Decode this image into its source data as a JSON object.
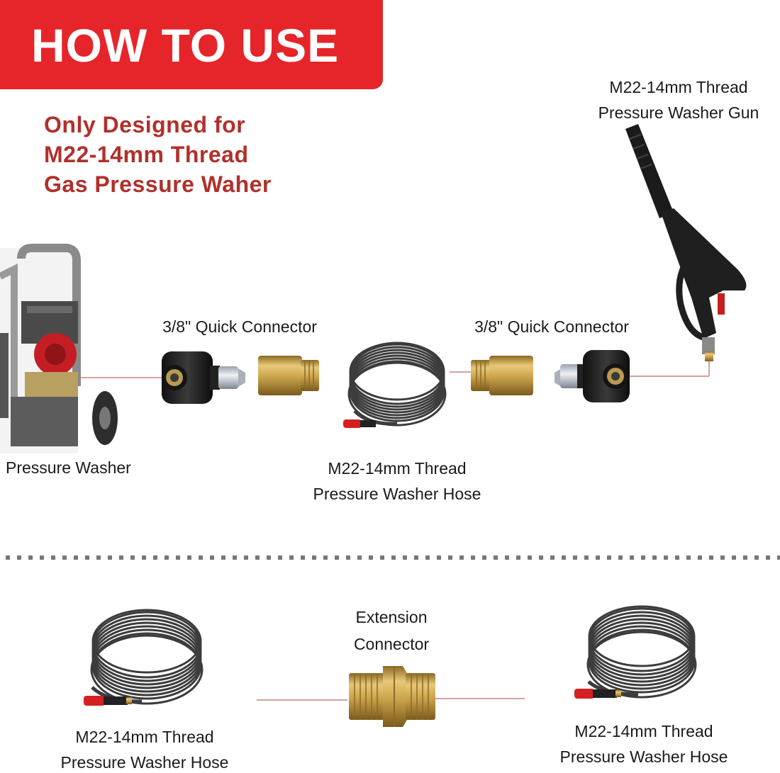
{
  "banner": {
    "title": "HOW TO USE"
  },
  "headline": {
    "line1": "Only Designed for",
    "line2": "M22-14mm Thread",
    "line3": "Gas Pressure Waher"
  },
  "top_section": {
    "gun_label_line1": "M22-14mm Thread",
    "gun_label_line2": "Pressure Washer Gun",
    "quick_connector_left": "3/8\" Quick Connector",
    "quick_connector_right": "3/8\" Quick Connector",
    "washer_label": "Pressure Washer",
    "hose_label_line1": "M22-14mm Thread",
    "hose_label_line2": "Pressure Washer Hose"
  },
  "bottom_section": {
    "extension_line1": "Extension",
    "extension_line2": "Connector",
    "left_hose_line1": "M22-14mm Thread",
    "left_hose_line2": "Pressure Washer Hose",
    "right_hose_line1": "M22-14mm Thread",
    "right_hose_line2": "Pressure Washer Hose"
  },
  "colors": {
    "banner": "#e5252a",
    "headline": "#b1302b",
    "connector_line": "#d9a0a0",
    "brass": "#c9a24a",
    "hose": "#3c3c3c",
    "divider": "#777777"
  }
}
